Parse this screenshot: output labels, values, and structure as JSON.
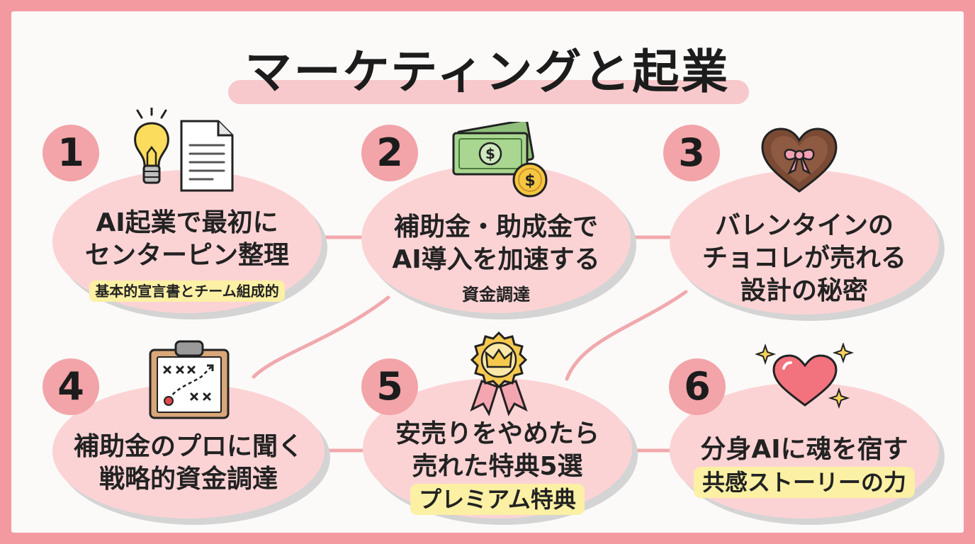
{
  "title": "マーケティングと起業",
  "cards": [
    {
      "number": "1",
      "lines": [
        "AI起業で最初に",
        "センターピン整理"
      ],
      "sub": "基本的宣言書とチーム組成的",
      "icons": [
        "lightbulb-icon",
        "document-icon"
      ]
    },
    {
      "number": "2",
      "lines": [
        "補助金・助成金で",
        "AI導入を加速する"
      ],
      "sub": "資金調達",
      "icons": [
        "banknote-icon",
        "coin-icon"
      ]
    },
    {
      "number": "3",
      "lines": [
        "バレンタインの",
        "チョコレが売れる",
        "設計の秘密"
      ],
      "sub": "",
      "icons": [
        "heart-chocolate-box-icon"
      ]
    },
    {
      "number": "4",
      "lines": [
        "補助金のプロに聞く",
        "戦略的資金調達"
      ],
      "sub": "",
      "icons": [
        "clipboard-strategy-icon"
      ]
    },
    {
      "number": "5",
      "lines": [
        "安売りをやめたら",
        "売れた特典5選"
      ],
      "sub": "プレミアム特典",
      "icons": [
        "award-ribbon-icon"
      ]
    },
    {
      "number": "6",
      "lines": [
        "分身AIに魂を宿す"
      ],
      "sub": "共感ストーリーの力",
      "icons": [
        "heart-sparkle-icon"
      ]
    }
  ],
  "colors": {
    "border": "#f29aa0",
    "background": "#fbfaf8",
    "card": "#fcd3d5",
    "number_circle": "#f2a4a8",
    "connector": "#f1a9ad",
    "highlight_yellow": "#fbf0a4"
  }
}
